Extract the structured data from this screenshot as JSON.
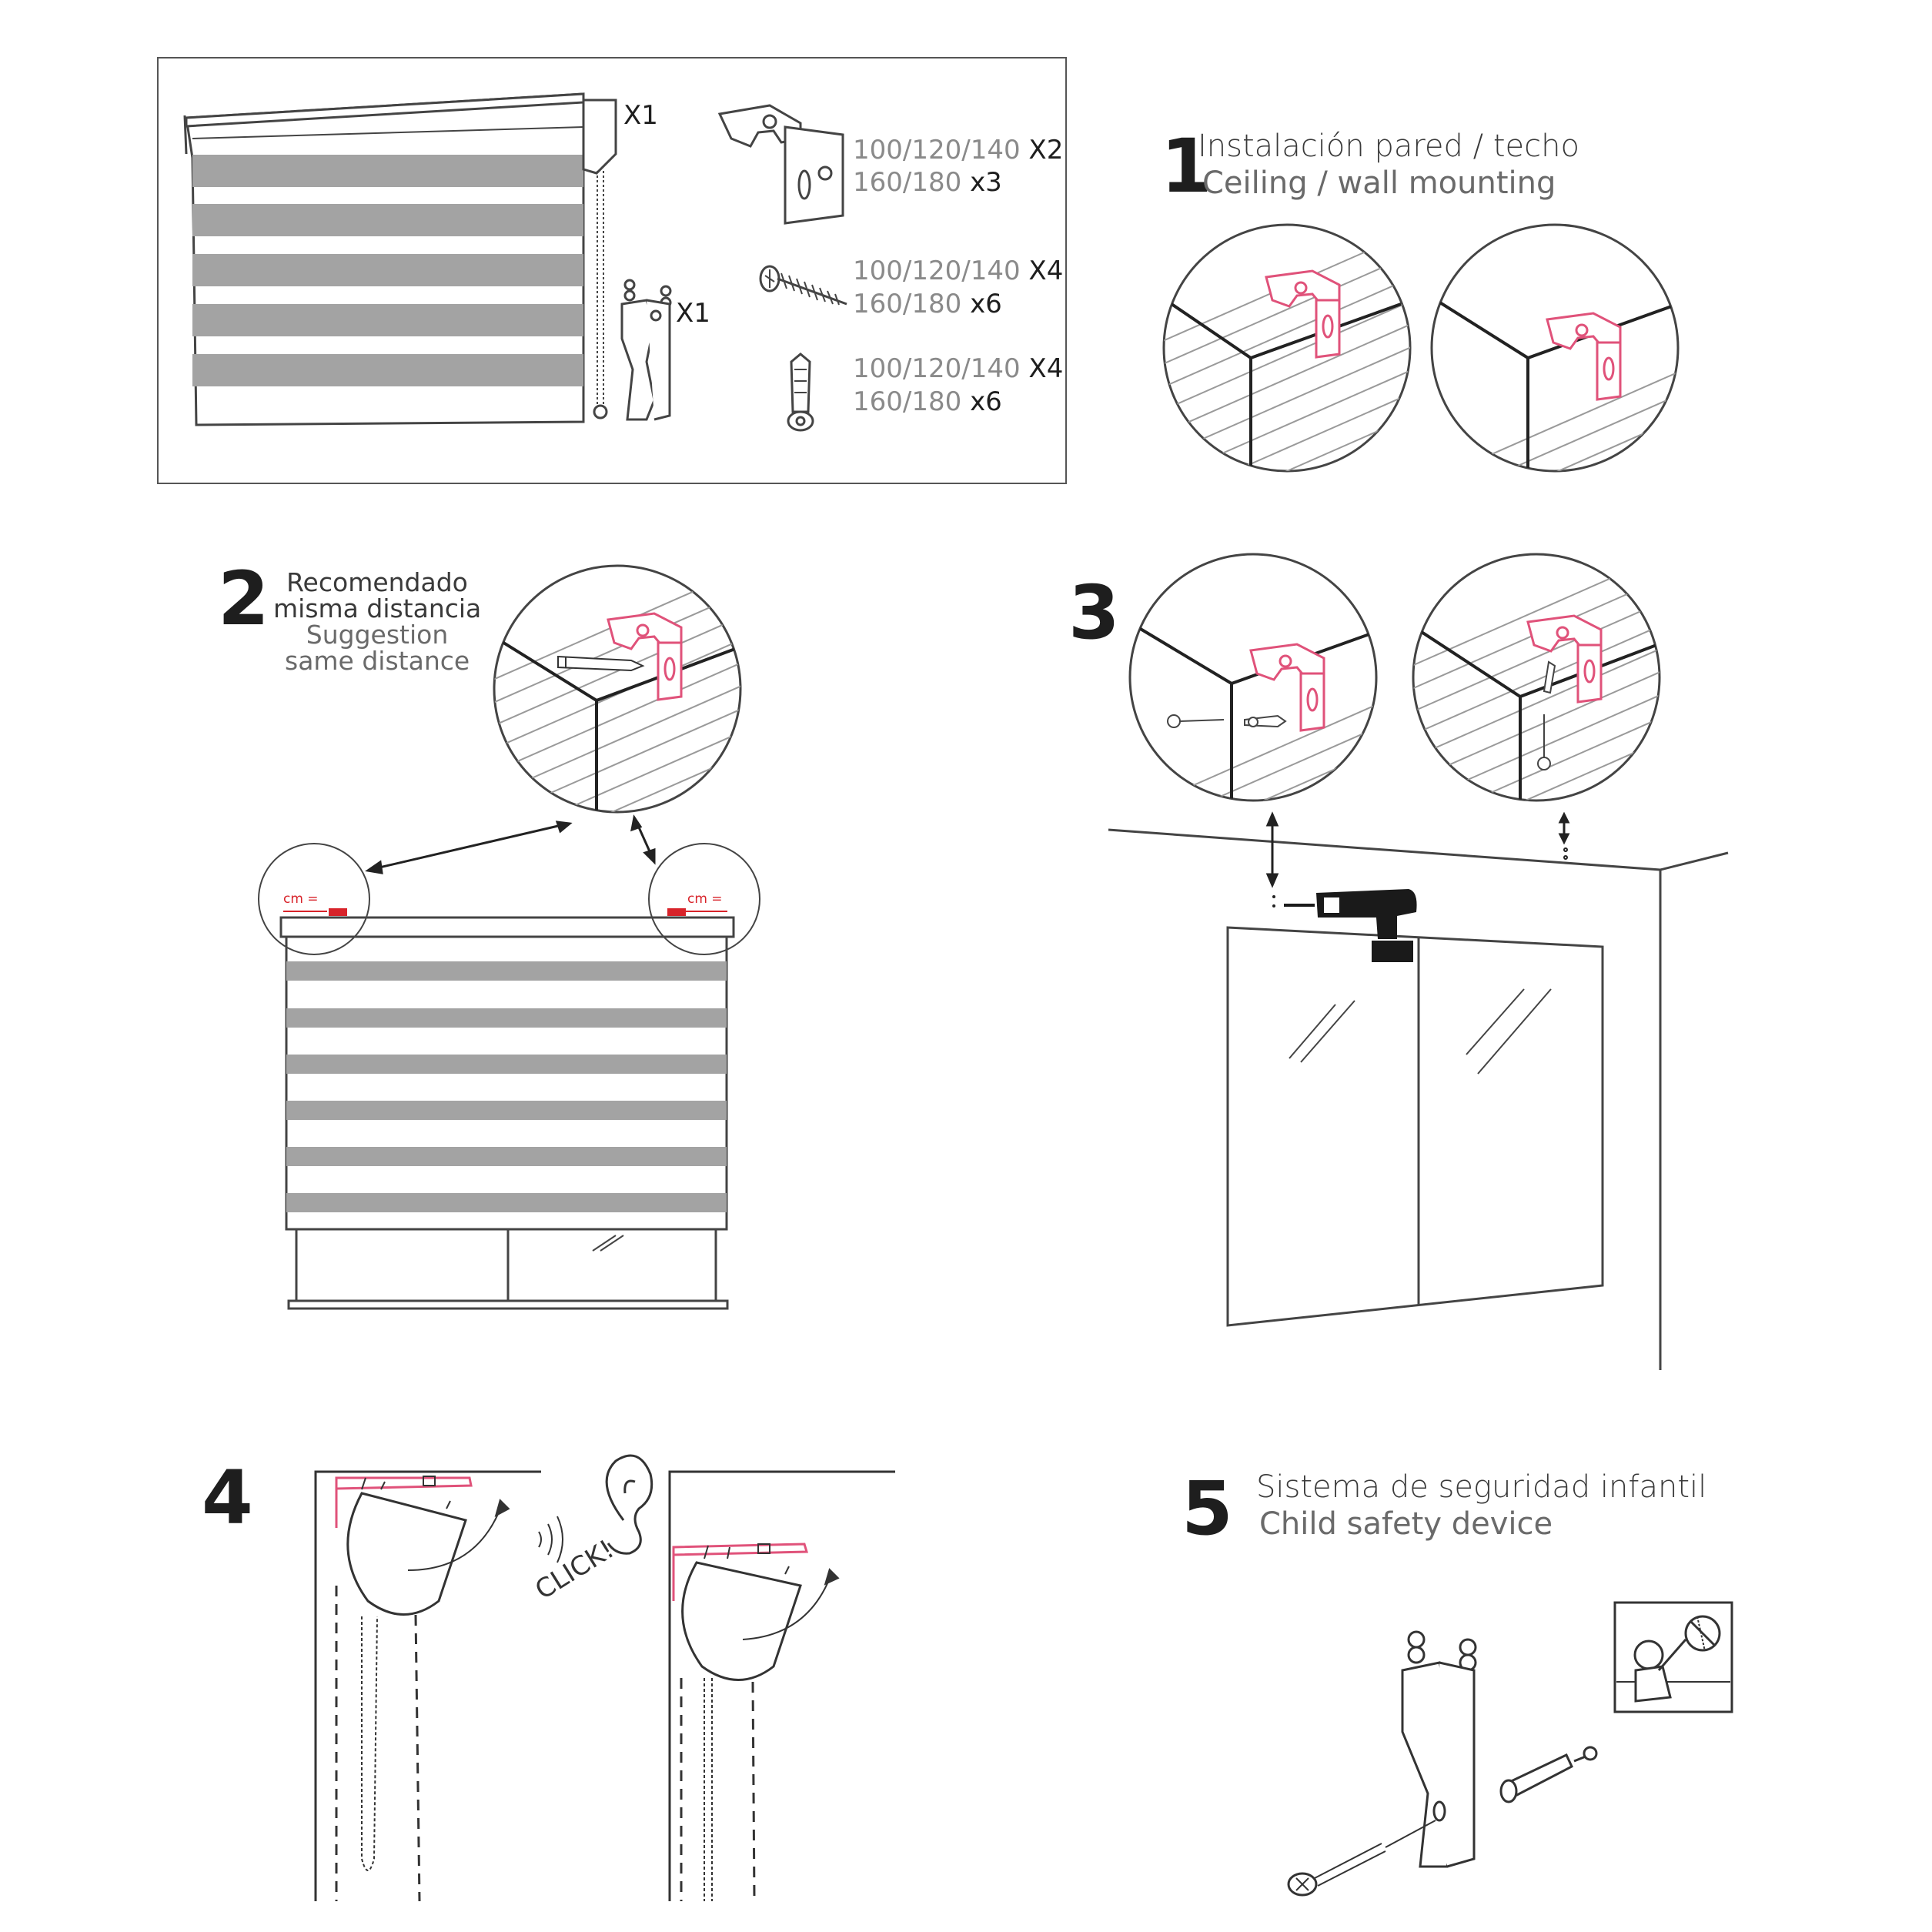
{
  "kit": {
    "blind_qty": "X1",
    "safety_device_qty": "X1",
    "brackets": {
      "line1_sizes": "100/120/140",
      "line1_qty": "X2",
      "line2_sizes": "160/180",
      "line2_qty": "x3"
    },
    "screws": {
      "line1_sizes": "100/120/140",
      "line1_qty": "X4",
      "line2_sizes": "160/180",
      "line2_qty": "x6"
    },
    "plugs": {
      "line1_sizes": "100/120/140",
      "line1_qty": "X4",
      "line2_sizes": "160/180",
      "line2_qty": "x6"
    }
  },
  "step1": {
    "number": "1",
    "title_es": "Instalación pared / techo",
    "title_en": "Ceiling / wall mounting"
  },
  "step2": {
    "number": "2",
    "lines": [
      "Recomendado",
      "misma distancia",
      "Suggestion",
      "same distance"
    ],
    "cm_label": "cm ="
  },
  "step3": {
    "number": "3"
  },
  "step4": {
    "number": "4",
    "click": "CLICK!"
  },
  "step5": {
    "number": "5",
    "title_es": "Sistema de seguridad infantil",
    "title_en": "Child safety device"
  },
  "colors": {
    "line": "#2b2b2b",
    "accent_pink": "#e0527a",
    "slat_gray": "#a3a3a3",
    "marker_red": "#d8232a"
  }
}
